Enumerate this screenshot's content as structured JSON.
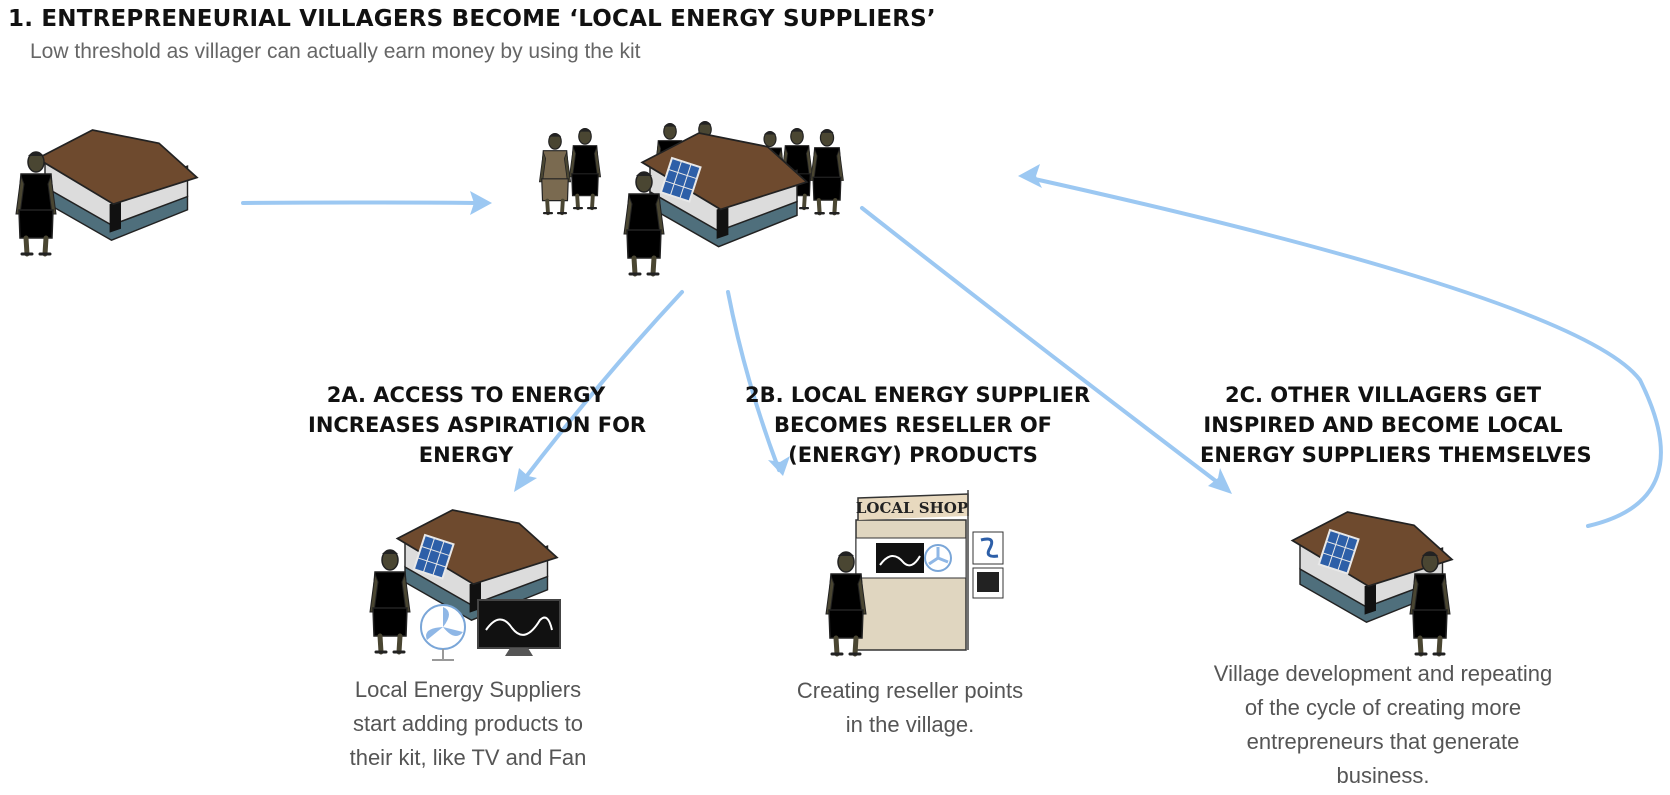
{
  "header": {
    "title": "1. ENTREPRENEURIAL VILLAGERS BECOME ‘LOCAL ENERGY SUPPLIERS’",
    "subtitle": "Low threshold as villager can actually earn money by using the kit"
  },
  "steps": [
    {
      "id": "2a",
      "heading_lines": [
        "2A. ACCESS TO ENERGY",
        "INCREASES ASPIRATION FOR",
        "ENERGY"
      ],
      "caption_lines": [
        "Local Energy Suppliers",
        "start adding products to",
        "their kit, like TV and Fan"
      ]
    },
    {
      "id": "2b",
      "heading_lines": [
        "2B. LOCAL ENERGY SUPPLIER",
        "BECOMES RESELLER OF",
        "(ENERGY) PRODUCTS"
      ],
      "caption_lines": [
        "Creating reseller points",
        "in the village."
      ]
    },
    {
      "id": "2c",
      "heading_lines": [
        "2C. OTHER VILLAGERS GET",
        "INSPIRED AND BECOME LOCAL",
        "ENERGY SUPPLIERS THEMSELVES"
      ],
      "caption_lines": [
        "Village development and repeating",
        "of the cycle of creating more",
        "entrepreneurs that generate",
        "business."
      ]
    }
  ],
  "shop": {
    "sign": "LOCAL SHOP"
  },
  "colors": {
    "arrow": "#9cc8f2",
    "roof": "#6e4a2e",
    "wall": "#dcdcdc",
    "base": "#4f6f7c",
    "shirt_blue": "#2e4fa0",
    "shirt_green": "#3f8a44",
    "skin": "#4a4632",
    "panel": "#2d5fa8",
    "shop_wood": "#e0d6c0"
  }
}
